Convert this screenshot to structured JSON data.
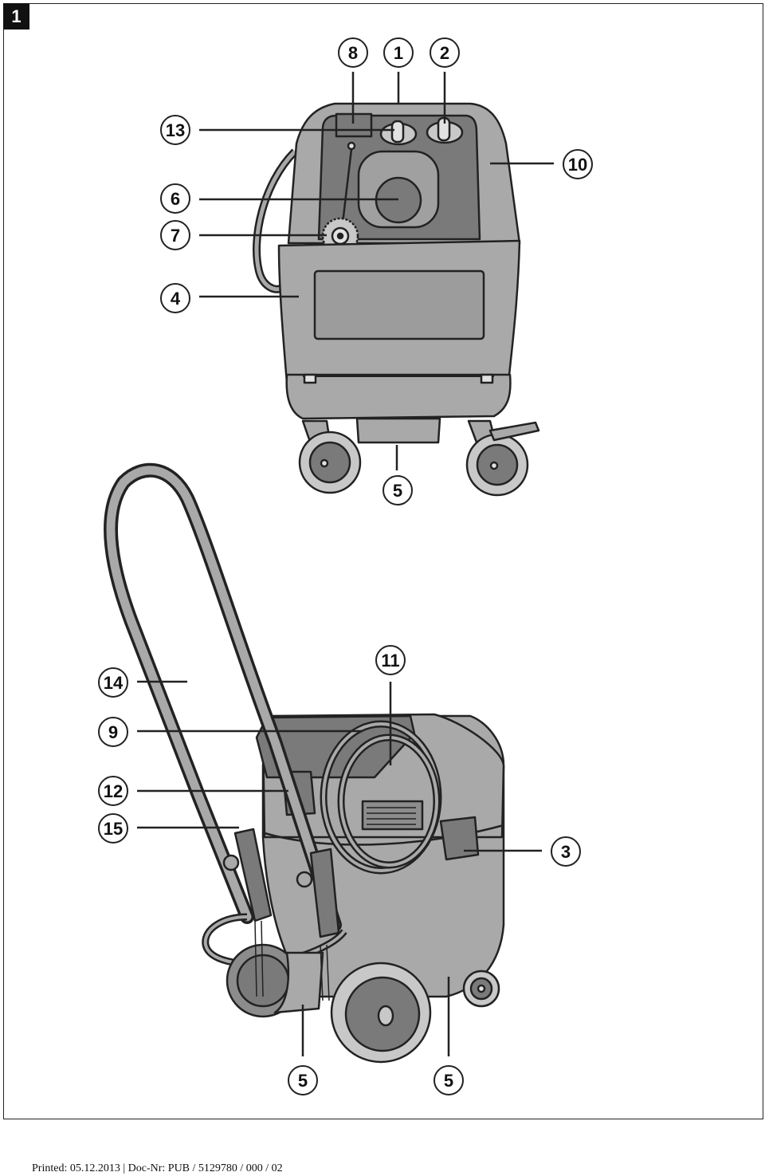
{
  "figure": {
    "number": "1"
  },
  "callouts": {
    "c8": "8",
    "c1": "1",
    "c2": "2",
    "c13": "13",
    "c10": "10",
    "c6": "6",
    "c7": "7",
    "c4": "4",
    "c5_top": "5",
    "c14": "14",
    "c11": "11",
    "c9": "9",
    "c12": "12",
    "c15": "15",
    "c3": "3",
    "c5_left": "5",
    "c5_right": "5"
  },
  "footer": {
    "text": "Printed: 05.12.2013 | Doc-Nr: PUB / 5129780 / 000 / 02"
  }
}
